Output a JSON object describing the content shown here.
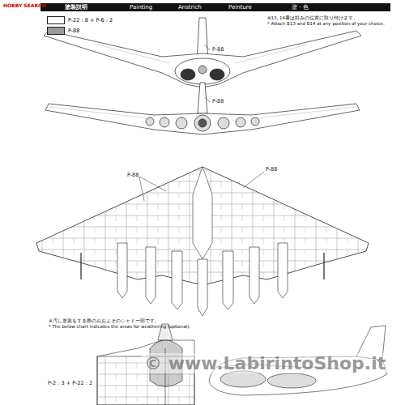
{
  "diagram": {
    "title": "塗装説明",
    "labels": [
      "HOBBY SEARCH",
      "Painting",
      "Anstrich",
      "Peinture",
      "塗・色",
      "※13, 14番は好みの位置に取り付けます。",
      "* Attach B13 and B14 at any position of your choice.",
      "P-88",
      "P-88",
      "P-88",
      "P-88",
      "※汚し塗装をする際のおおよそのシャドー部です。",
      "* The below chart indicates the areas for weathering (optional).",
      "P-2 : 3 + P-22 : 2",
      "© www.LabirintoShop.it"
    ],
    "legend": [
      {
        "text": "P-22 : 8 + P-6 : 2",
        "color": "#ffffff"
      },
      {
        "text": "P-88",
        "color": "#9a9a9a"
      }
    ]
  }
}
